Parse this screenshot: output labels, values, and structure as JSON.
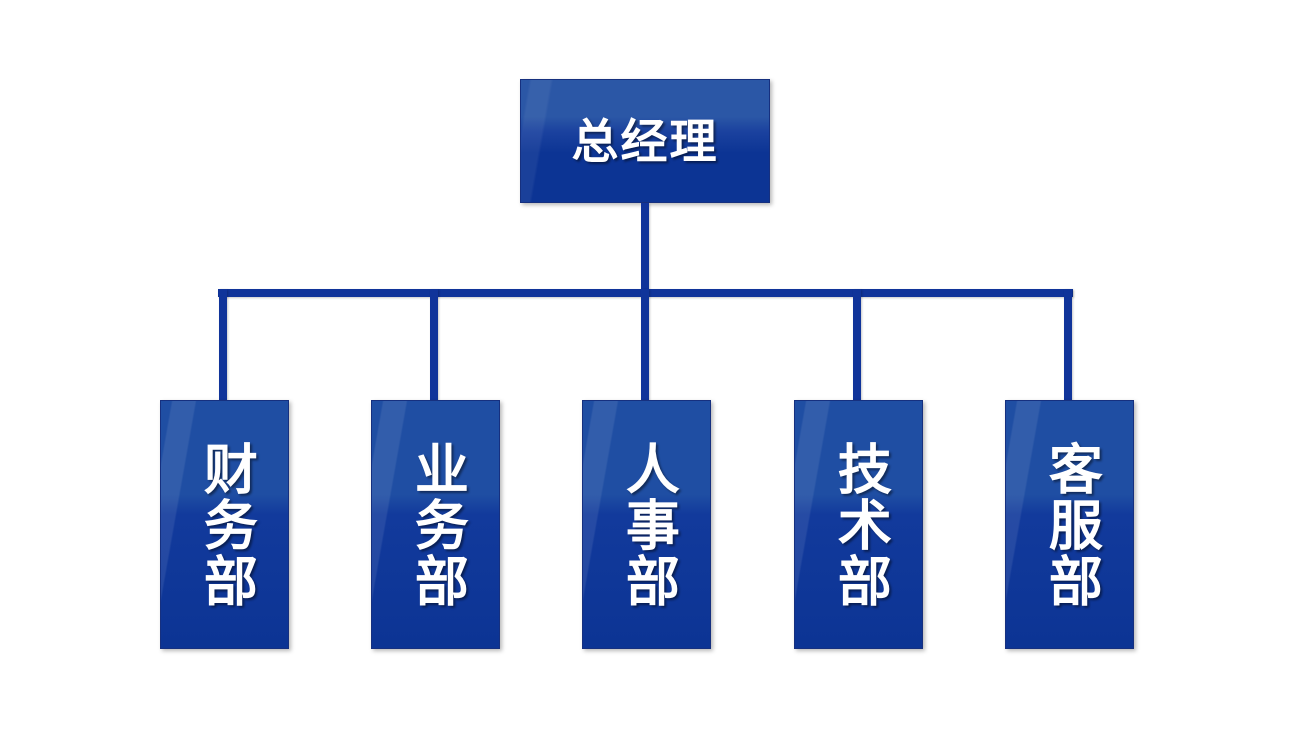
{
  "chart": {
    "type": "org-chart",
    "title": "",
    "background_color": "#ffffff",
    "box_color_light": "#2b57a6",
    "box_color_dark": "#0c3494",
    "line_color": "#10349a",
    "text_color": "#ffffff",
    "root": {
      "id": "general-manager",
      "label": "总经理"
    },
    "children": [
      {
        "id": "finance-dept",
        "label": "财务部"
      },
      {
        "id": "business-dept",
        "label": "业务部"
      },
      {
        "id": "hr-dept",
        "label": "人事部"
      },
      {
        "id": "tech-dept",
        "label": "技术部"
      },
      {
        "id": "service-dept",
        "label": "客服部"
      }
    ]
  }
}
